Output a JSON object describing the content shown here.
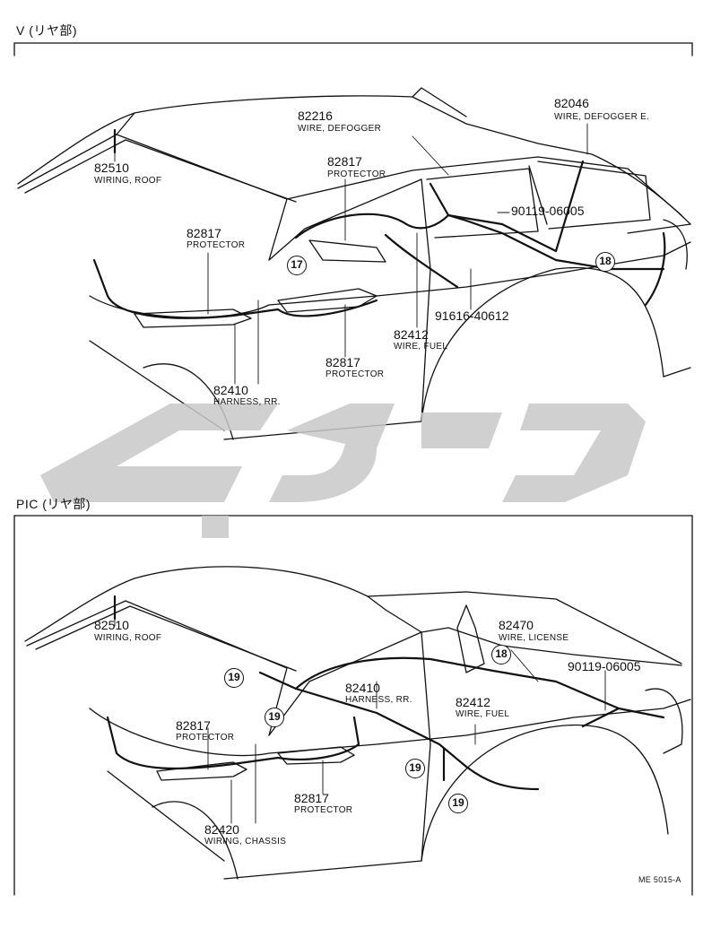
{
  "sections": [
    {
      "title": "V (リヤ部)"
    },
    {
      "title": "PIC (リヤ部)"
    }
  ],
  "labels": {
    "v_82216": {
      "num": "82216",
      "name": "WIRE, DEFOGGER"
    },
    "v_82046": {
      "num": "82046",
      "name": "WIRE, DEFOGGER E."
    },
    "v_82510": {
      "num": "82510",
      "name": "WIRING, ROOF"
    },
    "v_82817a": {
      "num": "82817",
      "name": "PROTECTOR"
    },
    "v_82817b": {
      "num": "82817",
      "name": "PROTECTOR"
    },
    "v_82817c": {
      "num": "82817",
      "name": "PROTECTOR"
    },
    "v_90119": {
      "num": "90119-06005"
    },
    "v_91616": {
      "num": "91616-40612"
    },
    "v_82412": {
      "num": "82412",
      "name": "WIRE, FUEL"
    },
    "v_82410": {
      "num": "82410",
      "name": "HARNESS, RR."
    },
    "p_82510": {
      "num": "82510",
      "name": "WIRING, ROOF"
    },
    "p_82470": {
      "num": "82470",
      "name": "WIRE, LICENSE"
    },
    "p_90119": {
      "num": "90119-06005"
    },
    "p_82410": {
      "num": "82410",
      "name": "HARNESS, RR."
    },
    "p_82412": {
      "num": "82412",
      "name": "WIRE, FUEL"
    },
    "p_82817a": {
      "num": "82817",
      "name": "PROTECTOR"
    },
    "p_82817b": {
      "num": "82817",
      "name": "PROTECTOR"
    },
    "p_82420": {
      "num": "82420",
      "name": "WIRING, CHASSIS"
    }
  },
  "callouts": {
    "c17": "17",
    "c18": "18",
    "c19": "19"
  },
  "figure_code": "ME 5015-A",
  "colors": {
    "line": "#111111",
    "watermark": "#c8c8c8"
  }
}
